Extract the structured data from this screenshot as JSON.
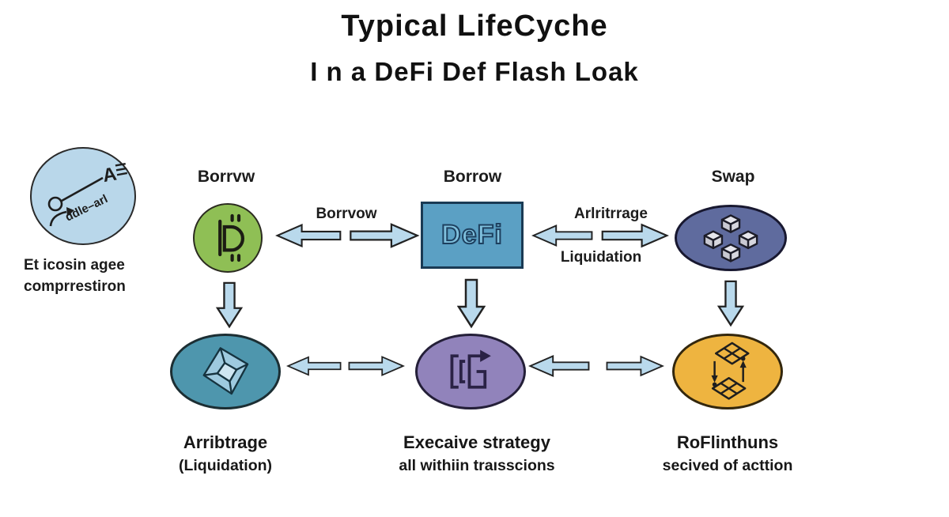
{
  "title": {
    "line1": "Typical LifeCyche",
    "line2": "I n  a DeFi Def Flash Loak"
  },
  "legend": {
    "icon_text_a": "A",
    "icon_text_b": "ddle–arl",
    "caption_line1": "Et icosin agee",
    "caption_line2": "comprrestiron"
  },
  "top_row": {
    "left_node_label": "Borrvw",
    "center_node_label": "Borrow",
    "right_node_label": "Swap",
    "defi_box_text": "DeFi",
    "borrow_arrow_label": "Borrvow",
    "arbitrage_arrow_label": "Arlritrrage",
    "liquidation_arrow_label": "Liquidation"
  },
  "bottom_row": {
    "left_caption_line1": "Arribtrage",
    "left_caption_line2": "(Liquidation)",
    "center_caption_line1": "Execaive strategy",
    "center_caption_line2": "all withiin traısscions",
    "right_caption_line1": "RoFlinthuns",
    "right_caption_line2": "secived of acttion"
  },
  "colors": {
    "arrow_fill": "#b9d9ec",
    "arrow_stroke": "#222222",
    "green_node": "#8fbf55",
    "defi_box": "#5ba0c4",
    "swap_ellipse": "#5f6b9e",
    "teal_ellipse": "#4e96ad",
    "purple_ellipse": "#9183bb",
    "yellow_ellipse": "#eeb440",
    "legend_circle": "#b9d7ea"
  }
}
